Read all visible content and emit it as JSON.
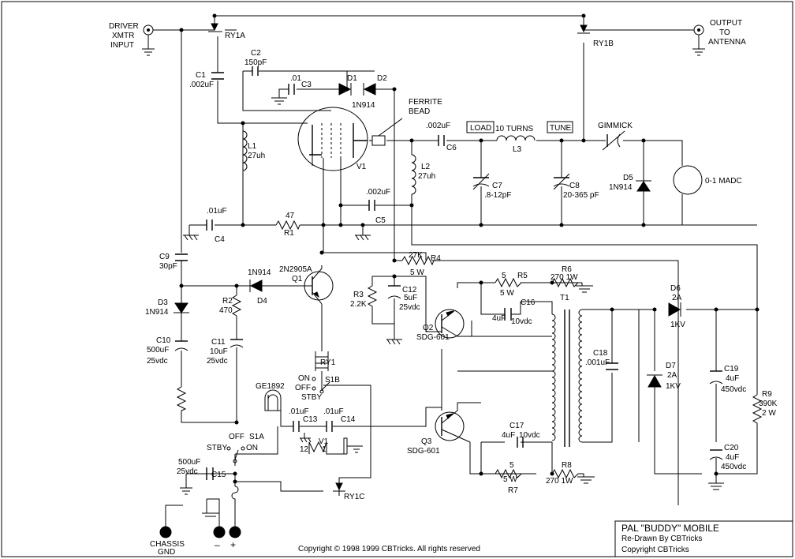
{
  "title_block": {
    "title": "PAL \"BUDDY\" MOBILE",
    "redrawn": "Re-Drawn By    CBTricks",
    "copyright": "Copyright   CBTricks"
  },
  "footer": {
    "copyright": "Copyright © 1998  1999    CBTricks.  All rights reserved"
  },
  "labels": {
    "driver": [
      "DRIVER",
      "XMTR",
      "INPUT"
    ],
    "output": [
      "OUTPUT",
      "TO",
      "ANTENNA"
    ],
    "ferrite": [
      "FERRITE",
      "BEAD"
    ],
    "chassis": [
      "CHASSIS",
      "GND"
    ],
    "minus": "–",
    "plus": "+",
    "ry1a": "RY1A",
    "ry1b": "RY1B",
    "ry1c": "RY1C",
    "ry1": "RY1",
    "load": "LOAD",
    "tune": "TUNE",
    "gimmick": "GIMMICK",
    "meter": "0-1 MADC",
    "c1": [
      "C1",
      ".002uF"
    ],
    "c2": [
      "C2",
      "150pF"
    ],
    "c3": [
      ".01",
      "C3"
    ],
    "d1": "D1",
    "d2": "D2",
    "d1n": "1N914",
    "l1": [
      "L1",
      "27uh"
    ],
    "v1": "V1",
    "l2": [
      "L2",
      "27uh"
    ],
    "c6": [
      ".002uF",
      "C6"
    ],
    "l3": [
      "10 TURNS",
      "L3"
    ],
    "c7": [
      "C7",
      ".8-12pF"
    ],
    "c8": [
      "C8",
      "20-365 pF"
    ],
    "d5": [
      "D5",
      "1N914"
    ],
    "c4": [
      ".01uF",
      "C4"
    ],
    "r1": [
      "47",
      "R1"
    ],
    "c5": [
      ".002uF",
      "C5"
    ],
    "c9": [
      "C9",
      "30pF"
    ],
    "r4": [
      "27K",
      "R4",
      "5 W"
    ],
    "q1": [
      "2N2905A",
      "Q1"
    ],
    "d4": [
      "1N914",
      "D4"
    ],
    "d3": [
      "D3",
      "1N914"
    ],
    "r2": [
      "R2",
      "470"
    ],
    "r3": [
      "R3",
      "2.2K"
    ],
    "c12": [
      "C12",
      "5uF",
      "25vdc"
    ],
    "r5": [
      "5",
      "R5",
      "5 W"
    ],
    "r6": [
      "R6",
      "270  1W"
    ],
    "c16": [
      "4uF",
      "C16",
      "10vdc"
    ],
    "t1": "T1",
    "q2": [
      "Q2",
      "SDG-601"
    ],
    "q3": [
      "Q3",
      "SDG-601"
    ],
    "d6": [
      "D6",
      "2A",
      "1KV"
    ],
    "d7": [
      "D7",
      "2A",
      "1KV"
    ],
    "c18": [
      "C18",
      ".001uF"
    ],
    "c19": [
      "C19",
      "4uF",
      "450vdc"
    ],
    "c20": [
      "C20",
      "4uF",
      "450vdc"
    ],
    "r9": [
      "R9",
      "390K",
      "2 W"
    ],
    "c10": [
      "C10",
      "500uF",
      "25vdc"
    ],
    "c11": [
      "C11",
      "10uF",
      "25vdc"
    ],
    "ge": "GE1892",
    "c13": [
      ".01uF",
      "C13"
    ],
    "c14": [
      ".01uF",
      "C14"
    ],
    "v1pins": [
      "12",
      "V1",
      "1"
    ],
    "s1b": [
      "ON",
      "OFF",
      "STBY",
      "S1B"
    ],
    "s1a": [
      "OFF",
      "S1A",
      "STBY",
      "ON"
    ],
    "c17": [
      "C17",
      "4uF",
      "10vdc"
    ],
    "r7": [
      "5",
      "5 W",
      "R7"
    ],
    "r8": [
      "R8",
      "270  1W"
    ],
    "c15": [
      "500uF",
      "25vdc",
      "C15"
    ]
  }
}
